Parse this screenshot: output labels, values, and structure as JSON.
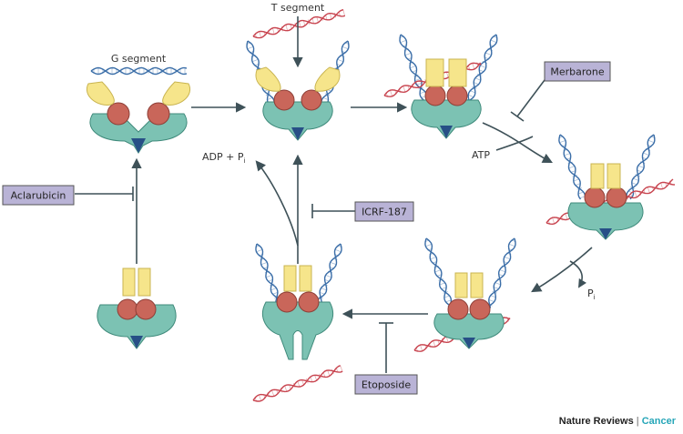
{
  "labels": {
    "g_segment": "G segment",
    "t_segment": "T segment",
    "adp_pi": "ADP + P",
    "adp_pi_sub": "i",
    "atp": "ATP",
    "pi": "P",
    "pi_sub": "i"
  },
  "drugs": {
    "aclarubicin": "Aclarubicin",
    "merbarone": "Merbarone",
    "icrf187": "ICRF-187",
    "etoposide": "Etoposide"
  },
  "footer": {
    "journal": "Nature Reviews",
    "separator": "|",
    "section": "Cancer"
  },
  "colors": {
    "yellow": "#f6e58b",
    "red": "#c9665a",
    "teal": "#7cc2b3",
    "navy": "#274f86",
    "dna_blue": "#3b6ea8",
    "dna_red": "#c8444f",
    "drug_box": "#b9b3d6",
    "arrow": "#3e5158",
    "accent": "#27a6b8"
  }
}
